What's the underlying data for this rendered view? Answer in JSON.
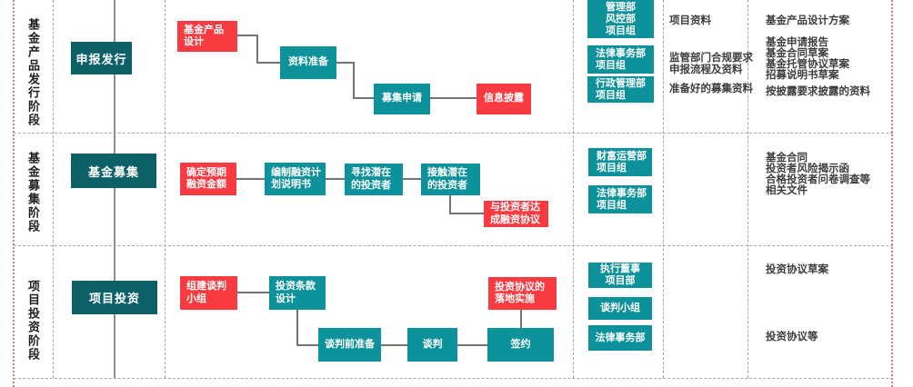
{
  "colors": {
    "stage_teal": "#0c6168",
    "node_teal": "#0d929b",
    "node_red": "#f83b40",
    "connector_gray": "#737373",
    "grid_dash_gray": "#a8a8a8",
    "grid_dotted_red": "#d47c7c",
    "note_text": "#3d3d3d"
  },
  "lanes": [
    {
      "label": "基金产品发行阶段",
      "stage": "申报发行",
      "flow": [
        {
          "lines": [
            "基金产品",
            "设计"
          ]
        },
        {
          "lines": [
            "资料准备"
          ]
        },
        {
          "lines": [
            "募集申请"
          ]
        },
        {
          "lines": [
            "信息披露"
          ]
        }
      ],
      "departments": [
        {
          "lines": [
            "管理部",
            "风控部",
            "项目组"
          ]
        },
        {
          "lines": [
            "法律事务部",
            "项目组"
          ]
        },
        {
          "lines": [
            "行政管理部",
            "项目组"
          ]
        }
      ],
      "mid_notes": [
        {
          "lines": [
            "项目资料"
          ]
        },
        {
          "lines": [
            "监管部门合规要求",
            "申报流程及资料"
          ]
        },
        {
          "lines": [
            "准备好的募集资料"
          ]
        }
      ],
      "docs": [
        {
          "lines": [
            "基金产品设计方案"
          ]
        },
        {
          "lines": [
            "基金申请报告",
            "基金合同草案",
            "基金托管协议草案",
            "招募说明书草案"
          ]
        },
        {
          "lines": [
            "按披露要求披露的资料"
          ]
        }
      ]
    },
    {
      "label": "基金募集阶段",
      "stage": "基金募集",
      "flow": [
        {
          "lines": [
            "确定预期",
            "融资金额"
          ]
        },
        {
          "lines": [
            "编制融资计",
            "划说明书"
          ]
        },
        {
          "lines": [
            "寻找潜在",
            "的投资者"
          ]
        },
        {
          "lines": [
            "接触潜在",
            "的投资者"
          ]
        },
        {
          "lines": [
            "与投资者达",
            "成融资协议"
          ]
        }
      ],
      "departments": [
        {
          "lines": [
            "财富运营部",
            "项目组"
          ]
        },
        {
          "lines": [
            "法律事务部",
            "项目组"
          ]
        }
      ],
      "mid_notes": [],
      "docs": [
        {
          "lines": [
            "基金合同",
            "投资者风险揭示函",
            "合格投资者问卷调查等",
            "相关文件"
          ]
        }
      ]
    },
    {
      "label": "项目投资阶段",
      "stage": "项目投资",
      "flow": [
        {
          "lines": [
            "组建谈判",
            "小组"
          ]
        },
        {
          "lines": [
            "投资条款",
            "设计"
          ]
        },
        {
          "lines": [
            "谈判前准备"
          ]
        },
        {
          "lines": [
            "谈判"
          ]
        },
        {
          "lines": [
            "签约"
          ]
        },
        {
          "lines": [
            "投资协议的",
            "落地实施"
          ]
        }
      ],
      "departments": [
        {
          "lines": [
            "执行董事",
            "项目部"
          ]
        },
        {
          "lines": [
            "谈判小组"
          ]
        },
        {
          "lines": [
            "法律事务部"
          ]
        }
      ],
      "mid_notes": [],
      "docs": [
        {
          "lines": [
            "投资协议草案"
          ]
        },
        {
          "lines": [
            "投资协议等"
          ]
        }
      ]
    }
  ]
}
